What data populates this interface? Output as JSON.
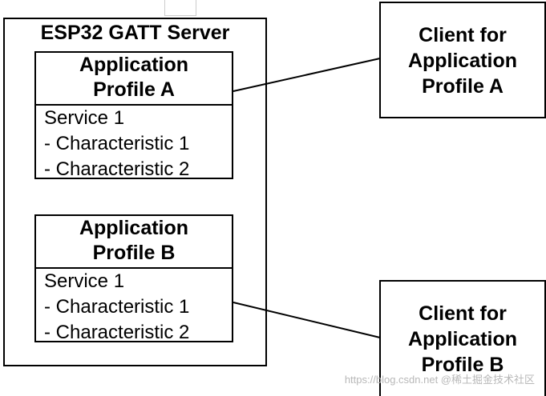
{
  "server": {
    "title": "ESP32 GATT Server",
    "profiles": [
      {
        "title_line1": "Application",
        "title_line2": "Profile A",
        "service": "Service 1",
        "characteristics": [
          "- Characteristic 1",
          "- Characteristic 2"
        ]
      },
      {
        "title_line1": "Application",
        "title_line2": "Profile B",
        "service": "Service 1",
        "characteristics": [
          "- Characteristic 1",
          "- Characteristic 2"
        ]
      }
    ]
  },
  "clients": [
    {
      "line1": "Client for",
      "line2": "Application",
      "line3": "Profile A"
    },
    {
      "line1": "Client for",
      "line2": "Application",
      "line3": "Profile B"
    }
  ],
  "watermark": "https://blog.csdn.net @稀土掘金技术社区",
  "colors": {
    "border": "#000000",
    "background": "#ffffff",
    "watermark": "#b8b8b8"
  }
}
